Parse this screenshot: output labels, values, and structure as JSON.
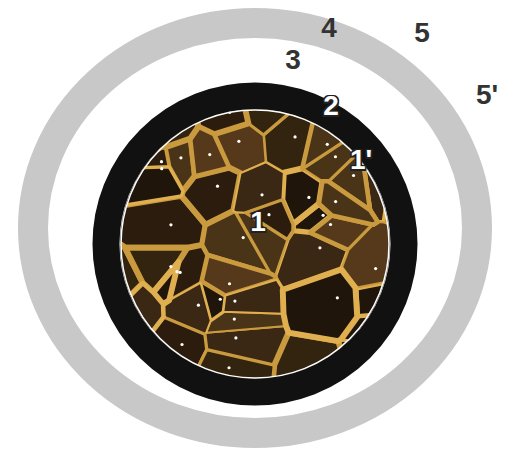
{
  "diagram": {
    "labels": [
      "4",
      "5",
      "3",
      "5'",
      "2",
      "1'",
      "1"
    ]
  }
}
